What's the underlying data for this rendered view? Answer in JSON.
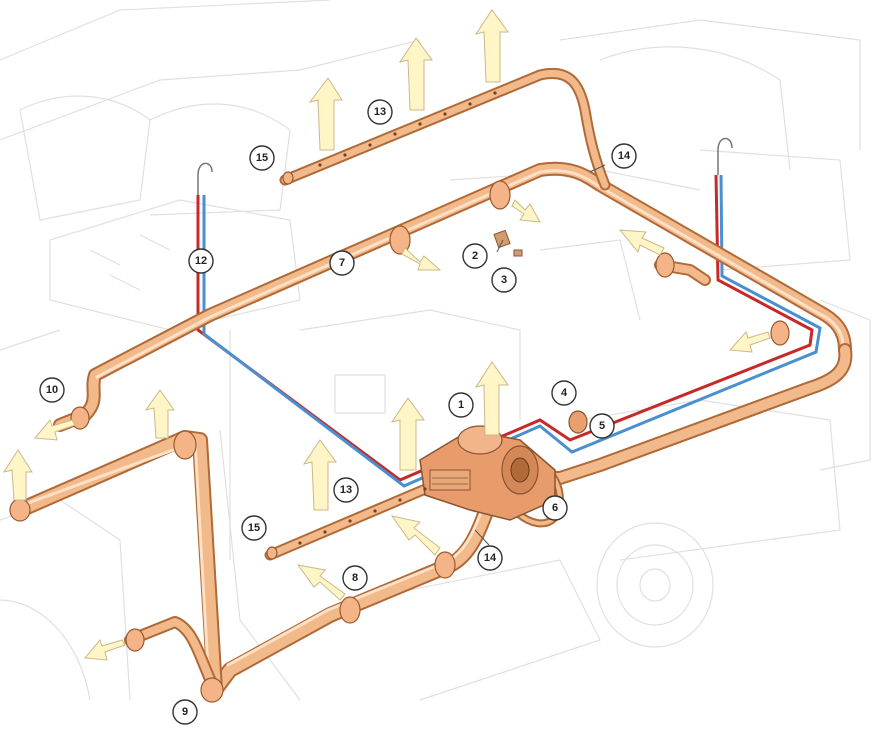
{
  "colors": {
    "duct": "#e8a070",
    "duct_edge": "#b06a38",
    "wire_red": "#c82828",
    "wire_blue": "#4a8fd0",
    "airflow_arrow": "#fff5c6"
  },
  "callouts": [
    {
      "id": "c1",
      "label": "1"
    },
    {
      "id": "c2",
      "label": "2"
    },
    {
      "id": "c3",
      "label": "3"
    },
    {
      "id": "c4",
      "label": "4"
    },
    {
      "id": "c5",
      "label": "5"
    },
    {
      "id": "c6",
      "label": "6"
    },
    {
      "id": "c7",
      "label": "7"
    },
    {
      "id": "c8",
      "label": "8"
    },
    {
      "id": "c9",
      "label": "9"
    },
    {
      "id": "c10",
      "label": "10"
    },
    {
      "id": "c12",
      "label": "12"
    },
    {
      "id": "c13a",
      "label": "13"
    },
    {
      "id": "c13b",
      "label": "13"
    },
    {
      "id": "c14a",
      "label": "14"
    },
    {
      "id": "c14b",
      "label": "14"
    },
    {
      "id": "c15a",
      "label": "15"
    },
    {
      "id": "c15b",
      "label": "15"
    }
  ]
}
